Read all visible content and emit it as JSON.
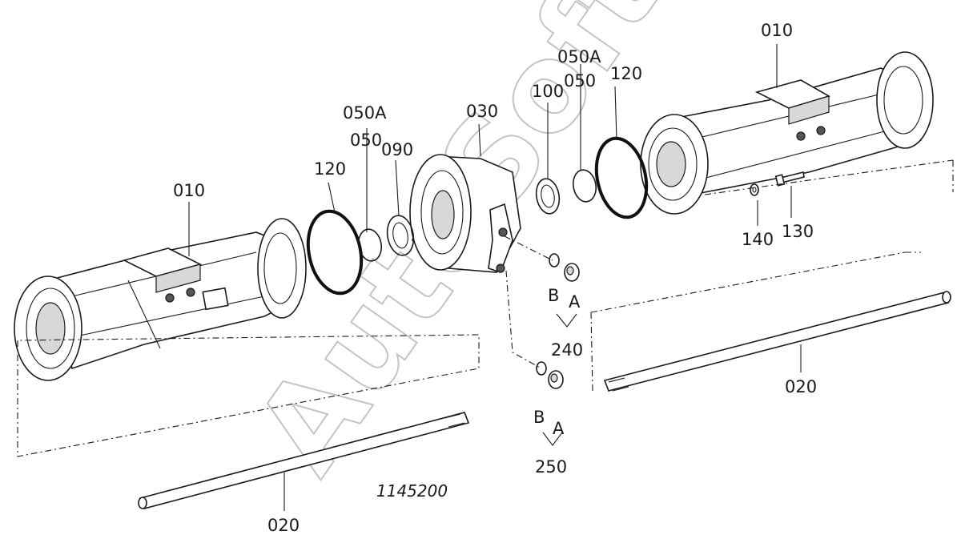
{
  "drawing_number": "1145200",
  "watermark": "AutoSoft",
  "labels": {
    "housing_left": "010",
    "housing_right": "010",
    "shaft_left": "020",
    "shaft_right": "020",
    "center_housing": "030",
    "shim_left": "050",
    "shim_a_left": "050A",
    "shim_right": "050",
    "shim_a_right": "050A",
    "seal_left": "090",
    "seal_right": "100",
    "oring_left": "120",
    "oring_right": "120",
    "bolt": "130",
    "washer": "140",
    "plug_set_upper": "240",
    "plug_set_lower": "250",
    "a_upper": "A",
    "b_upper": "B",
    "a_lower": "A",
    "b_lower": "B"
  }
}
